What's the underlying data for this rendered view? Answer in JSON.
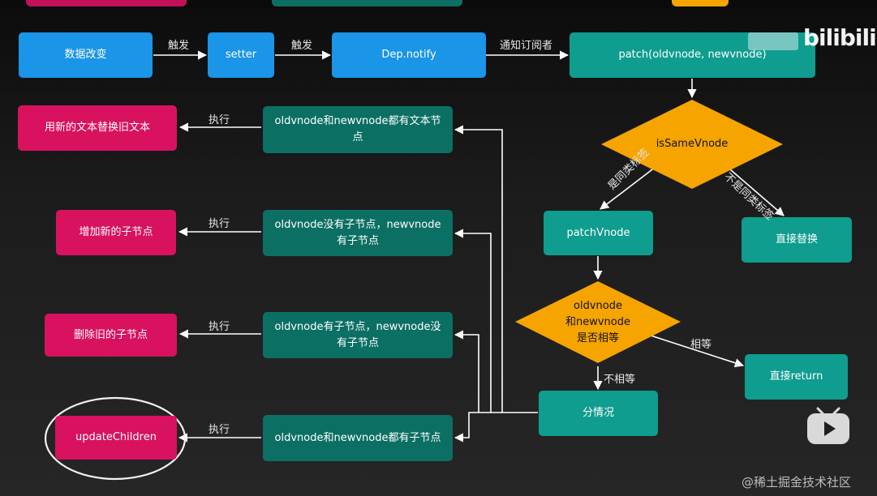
{
  "nodes": {
    "data_change": "数据改变",
    "setter": "setter",
    "dep_notify": "Dep.notify",
    "patch": "patch(oldvnode, newvnode)",
    "is_same_vnode": "isSameVnode",
    "patch_vnode": "patchVnode",
    "direct_replace": "直接替换",
    "equal_check": [
      "oldvnode",
      "和newvnode",
      "是否相等"
    ],
    "direct_return": "直接return",
    "case_split": "分情况",
    "case_both_text": [
      "oldvnode和newvnode都有文本节",
      "点"
    ],
    "case_old_no_children": [
      "oldvnode没有子节点，newvnode",
      "有子节点"
    ],
    "case_old_children_new_none": [
      "oldvnode有子节点，newvnode没",
      "有子节点"
    ],
    "case_both_children": "oldvnode和newvnode都有子节点",
    "act_replace_text": "用新的文本替换旧文本",
    "act_add_children": "增加新的子节点",
    "act_remove_children": "删除旧的子节点",
    "act_update_children": "updateChildren"
  },
  "edge_labels": {
    "trigger1": "触发",
    "trigger2": "触发",
    "notify_subscribers": "通知订阅者",
    "same_type": "是同类标签",
    "not_same_type": "不是同类标签",
    "equal": "相等",
    "not_equal": "不相等",
    "exec1": "执行",
    "exec2": "执行",
    "exec3": "执行",
    "exec4": "执行"
  },
  "branding": {
    "logo": "bilibili",
    "watermark": "@稀土掘金技术社区"
  },
  "colors": {
    "blue": "#1a95e8",
    "teal_dark": "#0c6f63",
    "teal": "#0e9d8e",
    "pink": "#d8125f",
    "diamond": "#f6a400",
    "arrow": "#ffffff"
  }
}
